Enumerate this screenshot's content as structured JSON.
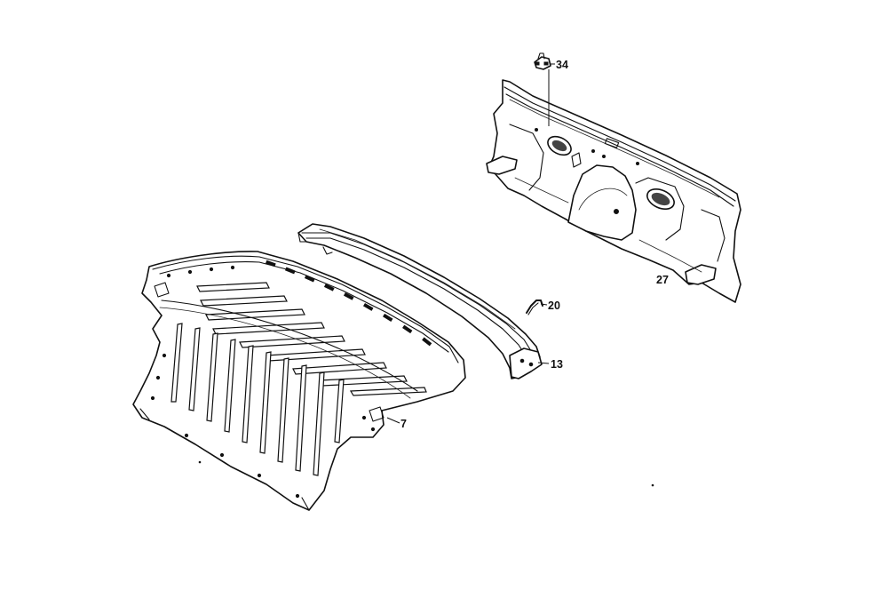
{
  "parts": [
    {
      "id": "part-7",
      "callout": "7"
    },
    {
      "id": "part-13",
      "callout": "13"
    },
    {
      "id": "part-20",
      "callout": "20"
    },
    {
      "id": "part-27",
      "callout": "27"
    },
    {
      "id": "part-34",
      "callout": "34"
    }
  ]
}
